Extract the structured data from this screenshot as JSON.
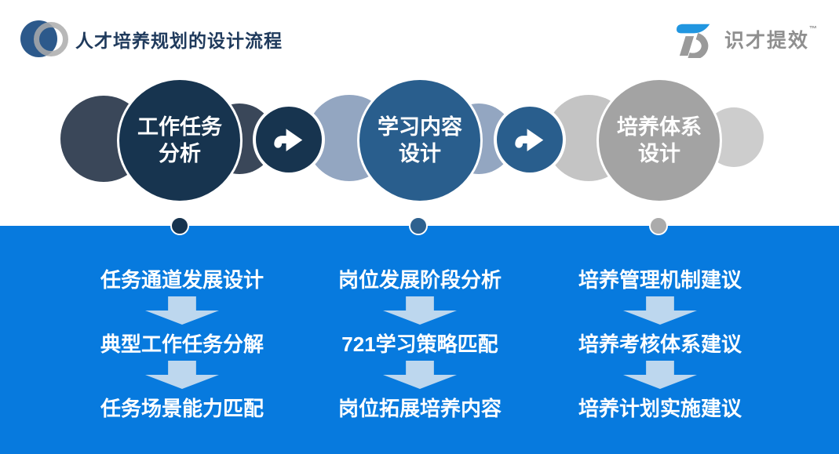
{
  "title": "人才培养规划的设计流程",
  "logo": {
    "name": "识才提效",
    "tm": "™"
  },
  "process": {
    "steps": [
      {
        "line1": "工作任务",
        "line2": "分析"
      },
      {
        "line1": "学习内容",
        "line2": "设计"
      },
      {
        "line1": "培养体系",
        "line2": "设计"
      }
    ]
  },
  "columns": [
    {
      "items": [
        "任务通道发展设计",
        "典型工作任务分解",
        "任务场景能力匹配"
      ]
    },
    {
      "items": [
        "岗位发展阶段分析",
        "721学习策略匹配",
        "岗位拓展培养内容"
      ]
    },
    {
      "items": [
        "培养管理机制建议",
        "培养考核体系建议",
        "培养计划实施建议"
      ]
    }
  ],
  "colors": {
    "navy": "#17344F",
    "slate": "#3A4759",
    "steel": "#93A6C1",
    "mblue": "#295E8D",
    "gray": "#A3A3A3",
    "lgray": "#C4C4C4",
    "llgray": "#CDCDCD",
    "band": "#077ADE",
    "pale": "#BDD7EE",
    "title": "#1F3A5C",
    "badge": "#2C598B",
    "badge_ring": "#ACACAC",
    "logo_gray": "#8F8F8F",
    "logo_blue": "#2196E0",
    "dot2": "#2E618F",
    "dot3": "#ABABAB"
  }
}
